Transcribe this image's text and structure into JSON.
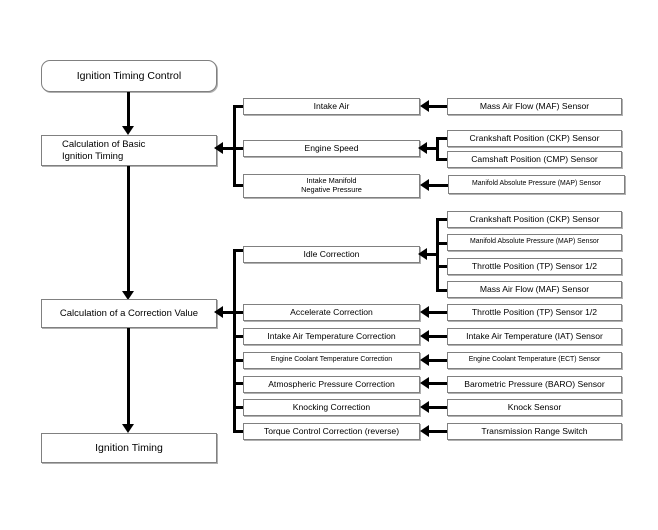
{
  "diagram": {
    "title": "Ignition Timing Control",
    "type": "flowchart",
    "background_color": "#ffffff",
    "line_color": "#000000",
    "box_border_color": "#808080"
  },
  "main_flow": {
    "start": "Ignition Timing Control",
    "basic_timing": "Calculation of Basic\nIgnition Timing",
    "correction_value": "Calculation of a Correction Value",
    "output": "Ignition Timing"
  },
  "basic_timing_inputs": [
    {
      "factor": "Intake Air",
      "sensors": [
        "Mass Air Flow (MAF) Sensor"
      ]
    },
    {
      "factor": "Engine Speed",
      "sensors": [
        "Crankshaft Position (CKP) Sensor",
        "Camshaft Position (CMP) Sensor"
      ]
    },
    {
      "factor": "Intake Manifold\nNegative Pressure",
      "sensors": [
        "Manifold Absolute Pressure (MAP) Sensor"
      ]
    }
  ],
  "correction_inputs": [
    {
      "factor": "Idle Correction",
      "sensors": [
        "Crankshaft Position (CKP) Sensor",
        "Manifold Absolute Pressure (MAP) Sensor",
        "Throttle Position (TP) Sensor 1/2",
        "Mass Air Flow (MAF) Sensor"
      ]
    },
    {
      "factor": "Accelerate Correction",
      "sensors": [
        "Throttle Position (TP) Sensor 1/2"
      ]
    },
    {
      "factor": "Intake Air Temperature Correction",
      "sensors": [
        "Intake Air Temperature (IAT) Sensor"
      ]
    },
    {
      "factor": "Engine Coolant Temperature Correction",
      "sensors": [
        "Engine Coolant Temperature (ECT) Sensor"
      ]
    },
    {
      "factor": "Atmospheric Pressure Correction",
      "sensors": [
        "Barometric Pressure (BARO) Sensor"
      ]
    },
    {
      "factor": "Knocking Correction",
      "sensors": [
        "Knock Sensor"
      ]
    },
    {
      "factor": "Torque Control Correction (reverse)",
      "sensors": [
        "Transmission Range Switch"
      ]
    }
  ]
}
